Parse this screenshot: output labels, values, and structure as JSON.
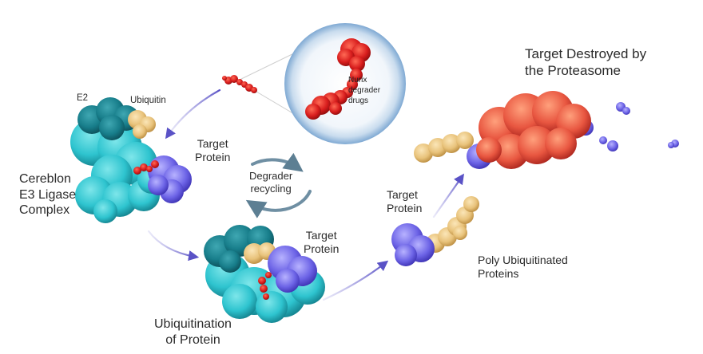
{
  "labels": {
    "nurix_drugs": [
      "Nurix",
      "degrader",
      "drugs"
    ],
    "e2": "E2",
    "ubiquitin": "Ubiquitin",
    "target_protein_1": [
      "Target",
      "Protein"
    ],
    "cereblon": [
      "Cereblon",
      "E3 Ligase",
      "Complex"
    ],
    "degrader_recycling": [
      "Degrader",
      "recycling"
    ],
    "target_protein_2": [
      "Target",
      "Protein"
    ],
    "ubiquitination": [
      "Ubiquitination",
      "of Protein"
    ],
    "target_protein_3": [
      "Target",
      "Protein"
    ],
    "poly_ubiquitinated": [
      "Poly Ubiquitinated",
      "Proteins"
    ],
    "target_destroyed": [
      "Target Destroyed by",
      "the Proteasome"
    ]
  },
  "colors": {
    "degrader_red": "#d81d1d",
    "e3_ligase_cyan": "#2ec4cf",
    "e2_teal": "#177d8a",
    "target_purple": "#6c63e6",
    "ubiquitin_tan": "#e8c27a",
    "proteasome_red": "#e85640",
    "arrow_purple": "#6a63c9",
    "recycle_arrow": "#6f8fa3"
  }
}
